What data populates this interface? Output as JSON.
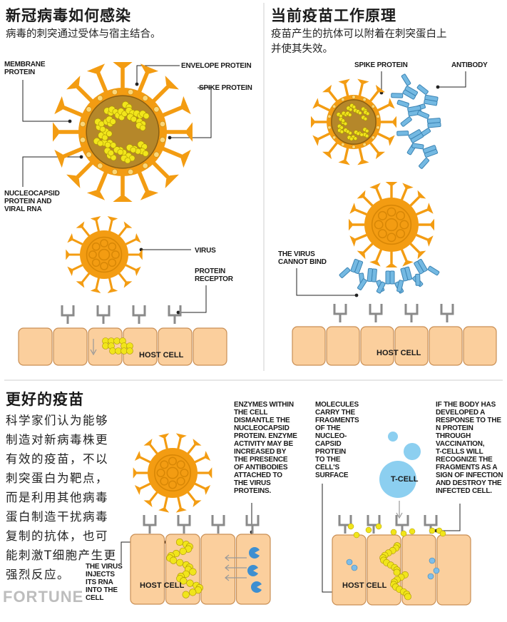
{
  "panel1": {
    "title": "新冠病毒如何感染",
    "subtitle": "病毒的刺突通过受体与宿主结合。",
    "labels": {
      "membrane": [
        "MEMBRANE",
        "PROTEIN"
      ],
      "envelope": "ENVELOPE PROTEIN",
      "spike": "SPIKE PROTEIN",
      "nucleocapsid": [
        "NUCLEOCAPSID",
        "PROTEIN AND",
        "VIRAL RNA"
      ],
      "virus": "VIRUS",
      "receptor": [
        "PROTEIN",
        "RECEPTOR"
      ],
      "host_cell": "HOST CELL"
    }
  },
  "panel2": {
    "title": "当前疫苗工作原理",
    "subtitle": [
      "疫苗产生的抗体可以附着在刺突蛋白上",
      "并使其失效。"
    ],
    "labels": {
      "spike": "SPIKE PROTEIN",
      "antibody": "ANTIBODY",
      "cannot_bind": [
        "THE VIRUS",
        "CANNOT BIND"
      ],
      "host_cell": "HOST CELL"
    }
  },
  "panel3": {
    "title": "更好的疫苗",
    "body": [
      "科学家们认为能够",
      "制造对新病毒株更",
      "有效的疫苗，不以",
      "刺突蛋白为靶点，",
      "而是利用其他病毒",
      "蛋白制造干扰病毒",
      "复制的抗体，也可",
      "能刺激T细胞产生更",
      "强烈反应。"
    ],
    "labels": {
      "enzymes": [
        "ENZYMES WITHIN",
        "THE CELL",
        "DISMANTLE THE",
        "NUCLEOCAPSID",
        "PROTEIN. ENZYME",
        "ACTIVITY MAY BE",
        "INCREASED BY",
        "THE PRESENCE",
        "OF ANTIBODIES",
        "ATTACHED TO",
        "THE VIRUS",
        "PROTEINS."
      ],
      "molecules": [
        "MOLECULES",
        "CARRY THE",
        "FRAGMENTS",
        "OF THE",
        "NUCLEO-",
        "CAPSID",
        "PROTEIN",
        "TO THE",
        "CELL'S",
        "SURFACE"
      ],
      "tcell_note": [
        "IF THE BODY HAS",
        "DEVELOPED A",
        "RESPONSE TO THE",
        "N PROTEIN",
        "THROUGH",
        "VACCINATION,",
        "T-CELLS WILL",
        "RECOGNIZE THE",
        "FRAGMENTS AS A",
        "SIGN OF INFECTION",
        "AND DESTROY THE",
        "INFECTED CELL."
      ],
      "injects": [
        "THE VIRUS",
        "INJECTS",
        "ITS RNA",
        "INTO THE",
        "CELL"
      ],
      "tcell": "T-CELL",
      "host_cell_left": "HOST CELL",
      "host_cell_right": "HOST CELL"
    }
  },
  "brand": "FORTUNE",
  "colors": {
    "virus_orange": "#f39c12",
    "virus_core": "#b5872a",
    "rna_yellow": "#f1e51b",
    "cell_fill": "#fbcf9d",
    "antibody_blue": "#74b9e2",
    "tcell_blue": "#8ccff0",
    "receptor_gray": "#8a8a8a",
    "enzyme_blue": "#3d8fd1"
  }
}
